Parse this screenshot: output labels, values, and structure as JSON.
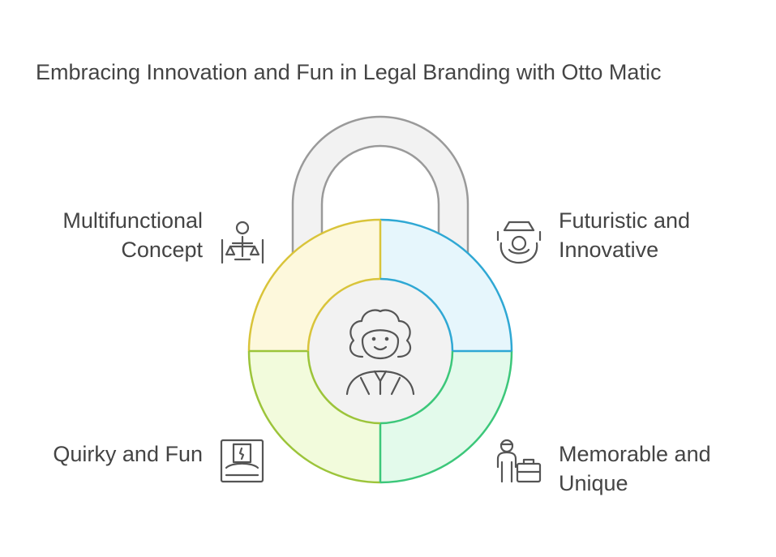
{
  "title": "Embracing Innovation and Fun in Legal Branding with Otto Matic",
  "segments": [
    {
      "id": "multifunctional",
      "lines": [
        "Multifunctional",
        "Concept"
      ],
      "icon": "scales-of-justice-icon",
      "fill": "#fdf8dc",
      "stroke": "#d9c43a"
    },
    {
      "id": "futuristic",
      "lines": [
        "Futuristic and",
        "Innovative"
      ],
      "icon": "robot-hands-icon",
      "fill": "#e6f6fc",
      "stroke": "#2fa8d4"
    },
    {
      "id": "quirky",
      "lines": [
        "Quirky and Fun"
      ],
      "icon": "framed-picture-icon",
      "fill": "#f2fbdc",
      "stroke": "#9cc43a"
    },
    {
      "id": "memorable",
      "lines": [
        "Memorable and",
        "Unique"
      ],
      "icon": "person-briefcase-icon",
      "fill": "#e3faeb",
      "stroke": "#3cc77a"
    }
  ],
  "center": {
    "icon": "judge-with-wig-icon",
    "fill": "#f2f2f2",
    "stroke": "#9a9a9a"
  },
  "shackle": {
    "fill": "#f2f2f2",
    "stroke": "#9a9a9a"
  }
}
